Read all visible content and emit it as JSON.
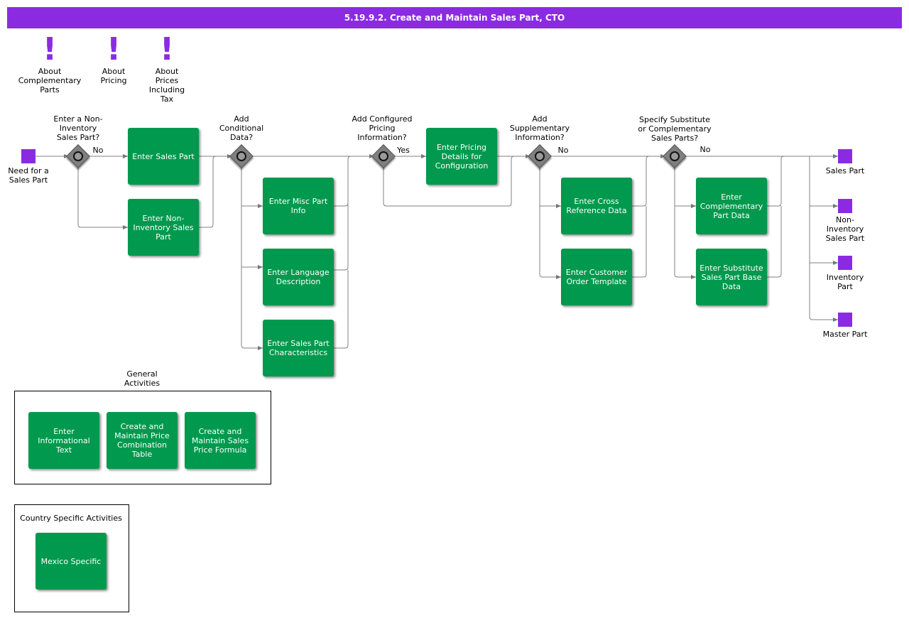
{
  "title": "5.19.9.2. Create and Maintain Sales Part, CTO",
  "notes": [
    {
      "label": "About\nComplementary\nParts"
    },
    {
      "label": "About\nPricing"
    },
    {
      "label": "About\nPrices\nIncluding\nTax"
    }
  ],
  "start_event": {
    "label": "Need for a\nSales Part"
  },
  "gateways": [
    {
      "question": "Enter a Non-\nInventory\nSales Part?",
      "branch": "No"
    },
    {
      "question": "Add\nConditional\nData?"
    },
    {
      "question": "Add Configured\nPricing\nInformation?",
      "branch": "Yes"
    },
    {
      "question": "Add\nSupplementary\nInformation?",
      "branch": "No"
    },
    {
      "question": "Specify Substitute\nor Complementary\nSales Parts?",
      "branch": "No"
    }
  ],
  "tasks": {
    "enter_sales_part": "Enter Sales Part",
    "enter_non_inventory": "Enter Non-Inventory Sales Part",
    "enter_misc_part_info": "Enter Misc Part Info",
    "enter_language_description": "Enter Language Description",
    "enter_sales_part_characteristics": "Enter Sales Part Characteristics",
    "enter_pricing_details": "Enter Pricing Details for Configuration",
    "enter_cross_reference": "Enter Cross Reference Data",
    "enter_customer_order_template": "Enter Customer Order Template",
    "enter_complementary_part": "Enter Complementary Part Data",
    "enter_substitute_sales_part": "Enter Substitute Sales Part Base Data"
  },
  "end_events": [
    {
      "label": "Sales Part"
    },
    {
      "label": "Non-\nInventory\nSales Part"
    },
    {
      "label": "Inventory\nPart"
    },
    {
      "label": "Master Part"
    }
  ],
  "general_activities": {
    "label": "General\nActivities",
    "tasks": [
      "Enter Informational Text",
      "Create and Maintain Price Combination Table",
      "Create and Maintain Sales Price Formula"
    ]
  },
  "country_specific": {
    "label": "Country Specific Activities",
    "tasks": [
      "Mexico Specific"
    ]
  },
  "colors": {
    "header": "#8a2be2",
    "task": "#00994d",
    "event": "#8a2be2",
    "gateway": "#7f7f7f"
  }
}
